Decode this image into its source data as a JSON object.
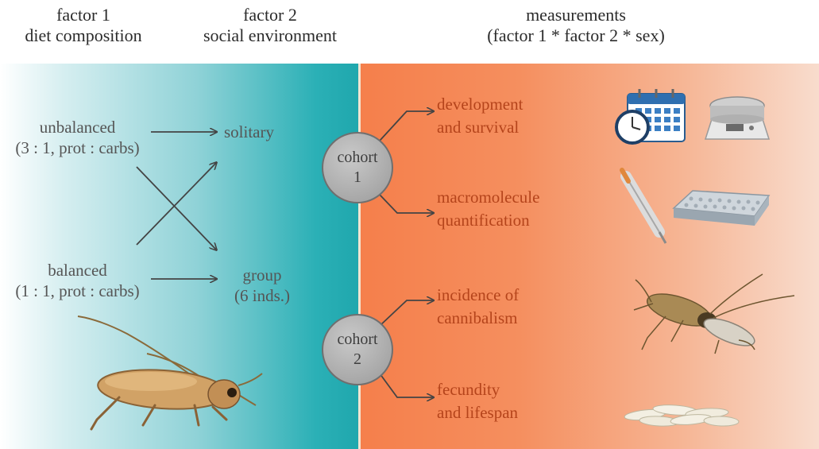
{
  "headers": {
    "factor1_title": "factor 1",
    "factor1_subtitle": "diet composition",
    "factor2_title": "factor 2",
    "factor2_subtitle": "social environment",
    "measurements_title": "measurements",
    "measurements_subtitle": "(factor 1 * factor 2 * sex)"
  },
  "diets": {
    "unbalanced_label": "unbalanced",
    "unbalanced_ratio": "(3 : 1, prot : carbs)",
    "balanced_label": "balanced",
    "balanced_ratio": "(1 : 1, prot : carbs)"
  },
  "social": {
    "solitary_label": "solitary",
    "group_label": "group",
    "group_size": "(6 inds.)"
  },
  "cohorts": {
    "cohort1_word": "cohort",
    "cohort1_number": "1",
    "cohort2_word": "cohort",
    "cohort2_number": "2"
  },
  "measurements": {
    "m1_line1": "development",
    "m1_line2": "and survival",
    "m2_line1": "macromolecule",
    "m2_line2": "quantification",
    "m3_line1": "incidence of",
    "m3_line2": "cannibalism",
    "m4_line1": "fecundity",
    "m4_line2": "and lifespan"
  },
  "icons": [
    "calendar-icon",
    "clock-icon",
    "scale-icon",
    "pipette-icon",
    "microplate-icon",
    "cricket-cannibalism-image",
    "eggs-image",
    "cricket-image"
  ],
  "colors": {
    "left_panel_teal": "#1fa7ad",
    "right_panel_orange": "#f57f4b",
    "measurement_text": "#b5441b",
    "cohort_fill": "#b0b0b0"
  }
}
